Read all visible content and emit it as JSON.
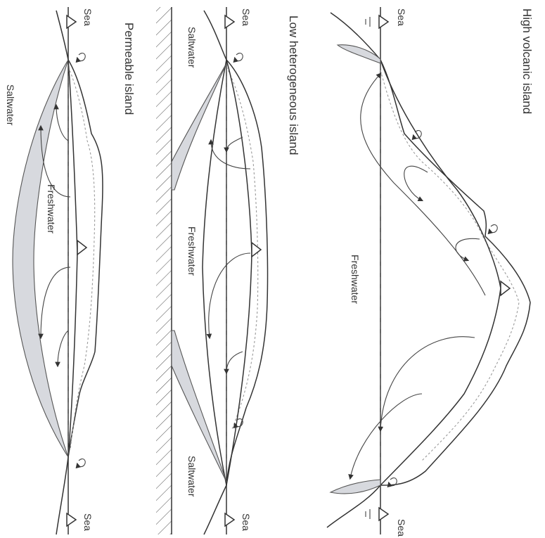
{
  "panels": [
    {
      "title": "High volcanic island",
      "labels": {
        "sea_top": "Sea",
        "sea_bottom": "Sea",
        "freshwater": "Freshwater"
      }
    },
    {
      "title": "Low heterogeneous island",
      "labels": {
        "sea_top": "Sea",
        "sea_bottom": "Sea",
        "freshwater": "Freshwater",
        "saltwater_top": "Saltwater",
        "saltwater_bottom": "Saltwater"
      }
    },
    {
      "title": "Permeable island",
      "labels": {
        "sea_top": "Sea",
        "sea_bottom": "Sea",
        "freshwater": "Freshwater",
        "saltwater": "Saltwater"
      }
    }
  ],
  "colors": {
    "lens": "#d7d9de",
    "ink": "#333333"
  }
}
